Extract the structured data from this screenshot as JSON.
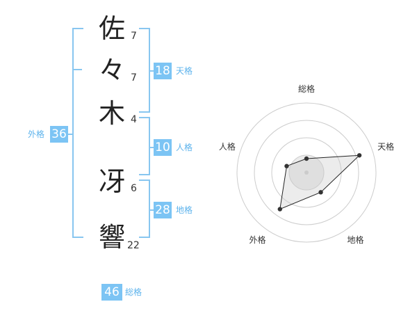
{
  "name": {
    "chars": [
      {
        "char": "佐",
        "strokes": "7"
      },
      {
        "char": "々",
        "strokes": "7"
      },
      {
        "char": "木",
        "strokes": "4"
      },
      {
        "char": "冴",
        "strokes": "6"
      },
      {
        "char": "響",
        "strokes": "22"
      }
    ]
  },
  "kakusu": {
    "tenkaku": {
      "value": "18",
      "label": "天格"
    },
    "jinkaku": {
      "value": "10",
      "label": "人格"
    },
    "chikaku": {
      "value": "28",
      "label": "地格"
    },
    "gaikaku": {
      "value": "36",
      "label": "外格"
    },
    "soukaku": {
      "value": "46",
      "label": "総格"
    }
  },
  "colors": {
    "accent": "#7cc4f4",
    "bracket": "#88c6f0",
    "label": "#5db3ec"
  },
  "chart_data": {
    "type": "radar",
    "axes": [
      "総格",
      "天格",
      "地格",
      "外格",
      "人格"
    ],
    "values": [
      0.2,
      0.8,
      0.35,
      0.65,
      0.3
    ],
    "range": [
      0,
      1
    ],
    "rings": 4
  }
}
